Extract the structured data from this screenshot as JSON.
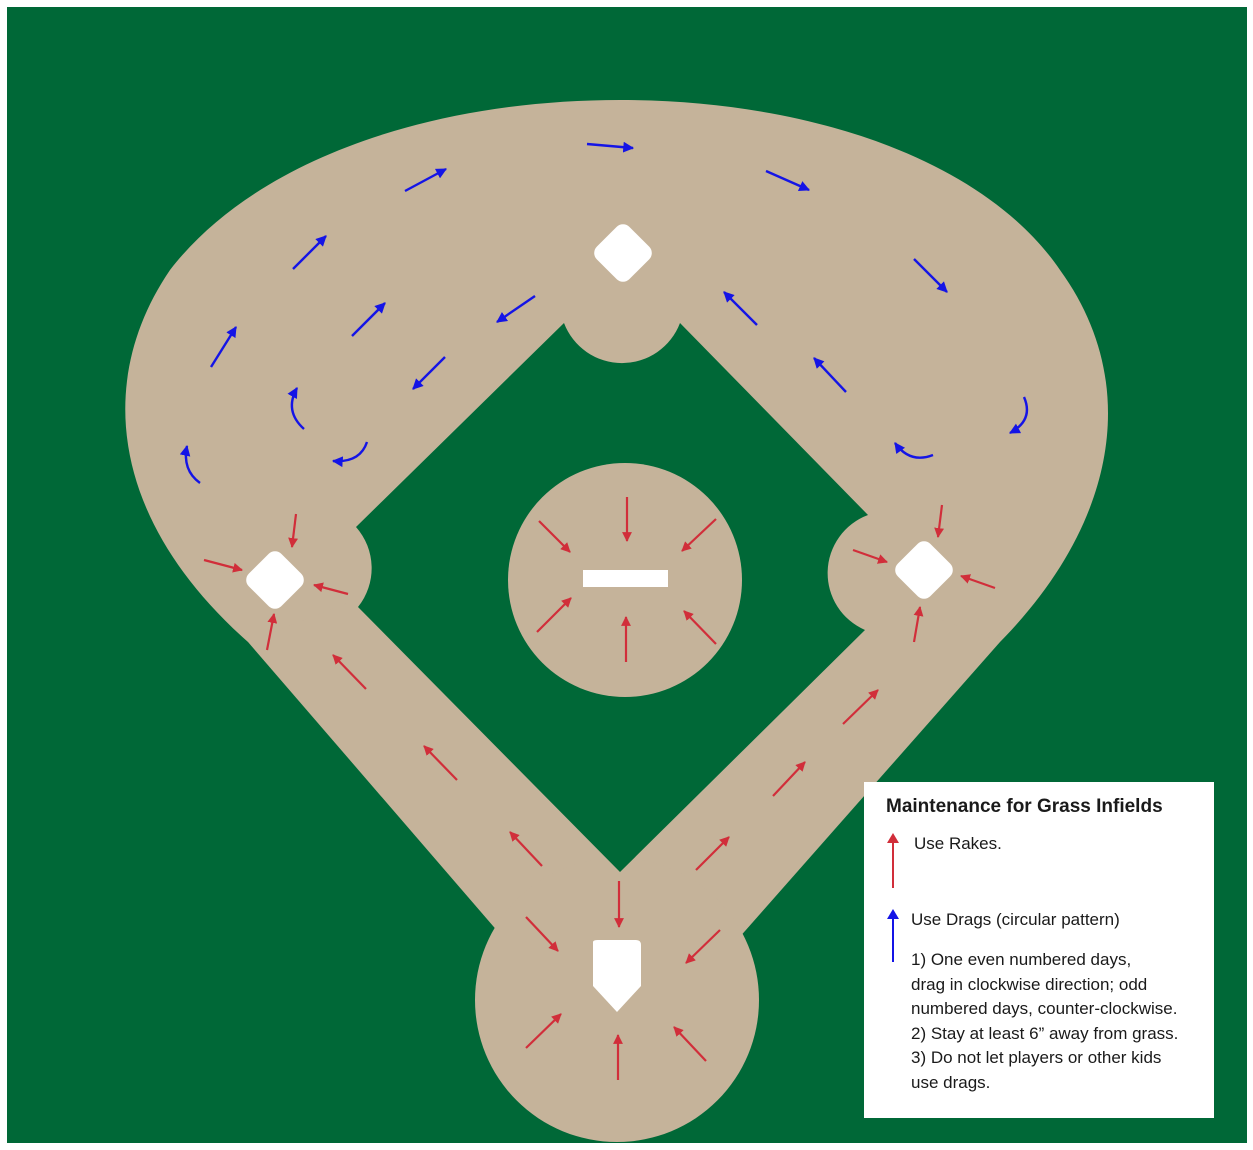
{
  "colors": {
    "grass": "#006837",
    "dirt": "#c5b39a",
    "base": "#ffffff",
    "rake_arrow": "#d12e3a",
    "drag_arrow": "#1414e6"
  },
  "icons": {
    "rake": "red-arrow-icon",
    "drag": "blue-arrow-icon",
    "curved_drag": "curved-blue-arrow-icon"
  },
  "legend": {
    "title": "Maintenance for Grass Infields",
    "rakes_label": "Use Rakes.",
    "drags_label": "Use Drags (circular pattern)",
    "notes": [
      "1) One even numbered days,",
      "drag in clockwise direction; odd",
      "numbered days, counter-clockwise.",
      "2) Stay at least 6” away from grass.",
      "3) Do not let players or other kids",
      "use drags."
    ]
  }
}
